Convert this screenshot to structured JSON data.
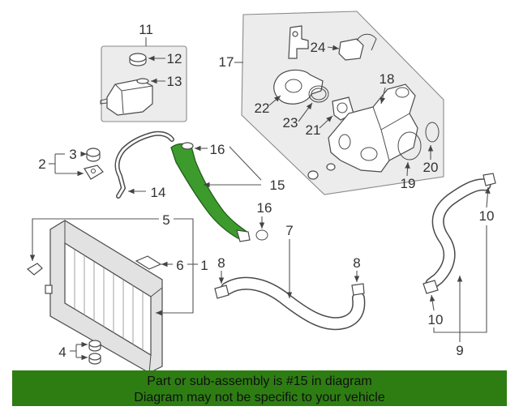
{
  "callouts": [
    "11",
    "12",
    "13",
    "17",
    "24",
    "18",
    "22",
    "23",
    "21",
    "20",
    "19",
    "16",
    "15",
    "16",
    "3",
    "2",
    "14",
    "5",
    "6",
    "1",
    "7",
    "8",
    "8",
    "10",
    "10",
    "4",
    "9"
  ],
  "banner": {
    "line1": "Part or sub-assembly is #15 in diagram",
    "line2": "Diagram may not be specific to your vehicle"
  },
  "colors": {
    "hose_highlight": "#3d9b2e",
    "banner": "#2e7d13",
    "group_box": "#ececec"
  }
}
